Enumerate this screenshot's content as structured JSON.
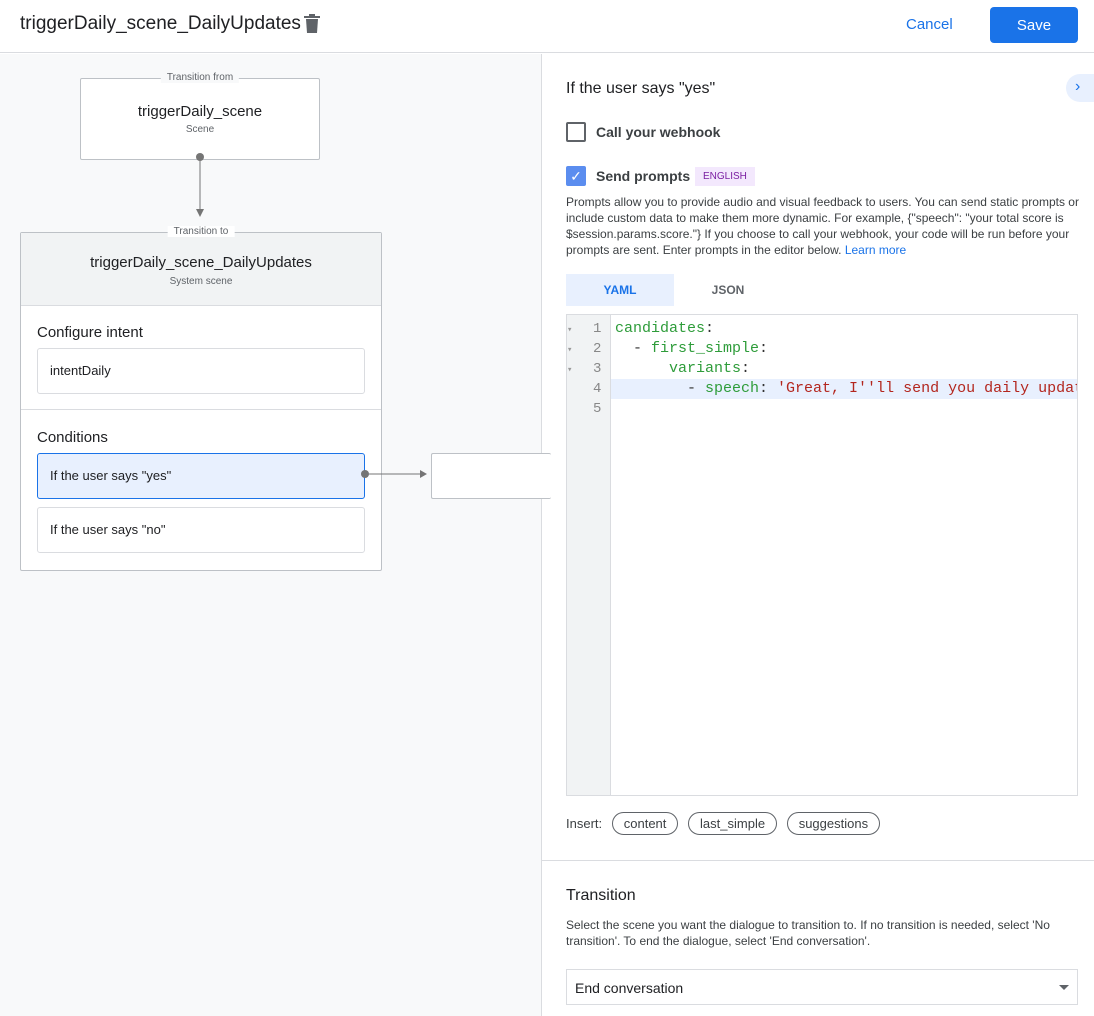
{
  "header": {
    "title": "triggerDaily_scene_DailyUpdates",
    "cancel": "Cancel",
    "save": "Save"
  },
  "canvas": {
    "from": {
      "label": "Transition from",
      "name": "triggerDaily_scene",
      "type": "Scene"
    },
    "to": {
      "label": "Transition to",
      "name": "triggerDaily_scene_DailyUpdates",
      "type": "System scene"
    },
    "intent_heading": "Configure intent",
    "intent": "intentDaily",
    "conditions_heading": "Conditions",
    "conditions": [
      "If the user says \"yes\"",
      "If the user says \"no\""
    ]
  },
  "panel": {
    "title": "If the user says \"yes\"",
    "webhook": {
      "label": "Call your webhook",
      "checked": false
    },
    "prompts": {
      "label": "Send prompts",
      "checked": true,
      "badge": "ENGLISH",
      "description": "Prompts allow you to provide audio and visual feedback to users. You can send static prompts or include custom data to make them more dynamic. For example, {\"speech\": \"your total score is $session.params.score.\"} If you choose to call your webhook, your code will be run before your prompts are sent. Enter prompts in the editor below.",
      "learn_more": "Learn more"
    },
    "tabs": [
      "YAML",
      "JSON"
    ],
    "active_tab": "YAML",
    "code_lines": [
      "candidates:",
      "  - first_simple:",
      "      variants:",
      "        - speech: 'Great, I''ll send you daily updates.",
      ""
    ],
    "insert_label": "Insert:",
    "insert_chips": [
      "content",
      "last_simple",
      "suggestions"
    ],
    "transition": {
      "heading": "Transition",
      "description": "Select the scene you want the dialogue to transition to. If no transition is needed, select 'No transition'. To end the dialogue, select 'End conversation'.",
      "selected": "End conversation"
    }
  },
  "colors": {
    "accent": "#1a73e8",
    "key": "#2e9c3a",
    "string": "#b3261e"
  }
}
